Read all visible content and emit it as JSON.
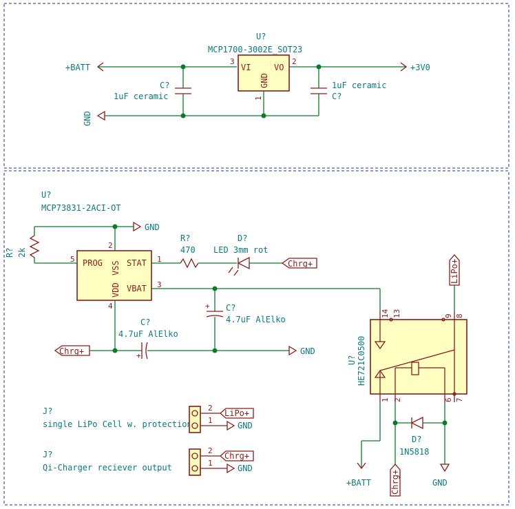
{
  "regulator": {
    "ref": "U?",
    "part": "MCP1700-3002E_SOT23",
    "pin_vi": "VI",
    "pin_vo": "VO",
    "pin_gnd": "GND",
    "pin3": "3",
    "pin2": "2",
    "pin1": "1",
    "in_net": "+BATT",
    "out_net": "+3V0",
    "gnd_net": "GND",
    "cin_ref": "C?",
    "cin_value": "1uF ceramic",
    "cout_ref": "C?",
    "cout_value": "1uF ceramic"
  },
  "charger": {
    "ref": "U?",
    "part": "MCP73831-2ACI-OT",
    "pin_prog": "PROG",
    "pin_vss": "VSS",
    "pin_vdd": "VDD",
    "pin_stat": "STAT",
    "pin_vbat": "VBAT",
    "pin5": "5",
    "pin2": "2",
    "pin4": "4",
    "pin1": "1",
    "pin3": "3",
    "gnd_net": "GND",
    "rprog_ref": "R?",
    "rprog_value": "2k",
    "rled_ref": "R?",
    "rled_value": "470",
    "led_ref": "D?",
    "led_value": "LED 3mm rot",
    "led_label": "Chrg+",
    "cbat_ref": "C?",
    "cbat_value": "4.7uF AlElko",
    "cin_ref": "C?",
    "cin_value": "4.7uF AlElko",
    "in_label": "Chrg+",
    "gnd2_net": "GND"
  },
  "relay": {
    "ref": "U?",
    "part": "HE721C0500",
    "pin14": "14",
    "pin13": "13",
    "pin9": "9",
    "pin8": "8",
    "pin1": "1",
    "pin2": "2",
    "pin6": "6",
    "pin7": "7",
    "lipo_label": "LiPo+",
    "batt_net": "+BATT",
    "chrg_label": "Chrg+",
    "gnd_net": "GND",
    "diode_ref": "D?",
    "diode_value": "1N5818"
  },
  "connectors": [
    {
      "ref": "J?",
      "desc": "single LiPo Cell w. protection",
      "pin2": "2",
      "pin1": "1",
      "label": "LiPo+",
      "gnd": "GND"
    },
    {
      "ref": "J?",
      "desc": "Qi-Charger reciever output",
      "pin2": "2",
      "pin1": "1",
      "label": "Chrg+",
      "gnd": "GND"
    }
  ]
}
